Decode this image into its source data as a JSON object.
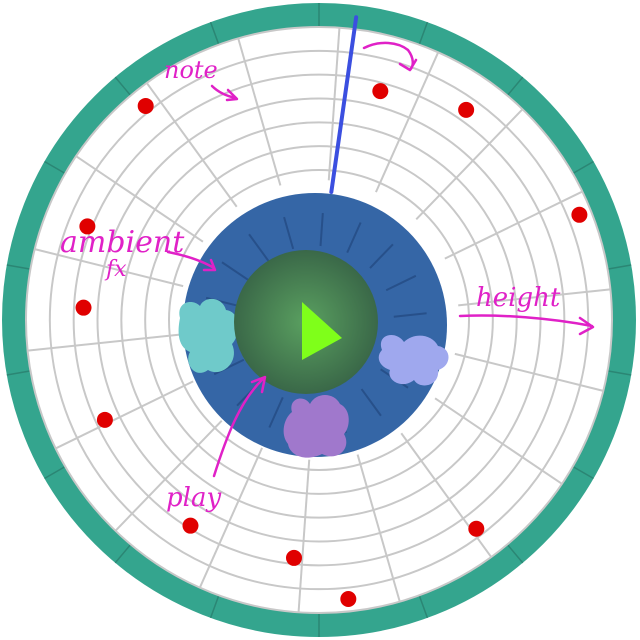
{
  "colors": {
    "outer_ring": "#34a58e",
    "grid": "#c8c8c8",
    "note": "#e00000",
    "center_disc": "#3566a6",
    "center_glow_inner": "#5aa060",
    "center_glow_outer": "#3a6848",
    "play": "#7fff1a",
    "playhead": "#3b4fe0",
    "annotation": "#e021c7",
    "blob_left": "#6fcaca",
    "blob_right": "#9fa8ee",
    "blob_bottom": "#a078cc"
  },
  "grid": {
    "rings": 6,
    "spokes": 18
  },
  "notes": [
    {
      "angle_deg": 321,
      "radius": 0.877
    },
    {
      "angle_deg": 15,
      "radius": 0.608
    },
    {
      "angle_deg": 35,
      "radius": 0.745
    },
    {
      "angle_deg": 68,
      "radius": 0.915
    },
    {
      "angle_deg": 292,
      "radius": 0.698
    },
    {
      "angle_deg": 273,
      "radius": 0.6
    },
    {
      "angle_deg": 245,
      "radius": 0.603
    },
    {
      "angle_deg": 212,
      "radius": 0.647
    },
    {
      "angle_deg": 186,
      "radius": 0.624
    },
    {
      "angle_deg": 143,
      "radius": 0.779
    },
    {
      "angle_deg": 174,
      "radius": 0.913
    }
  ],
  "playhead": {
    "angle_deg": 7
  },
  "annotations": {
    "note": "note",
    "ambient_line1": "ambient",
    "ambient_line2": "fx",
    "height": "height",
    "play": "play"
  },
  "icons": {
    "play": "play-icon"
  }
}
